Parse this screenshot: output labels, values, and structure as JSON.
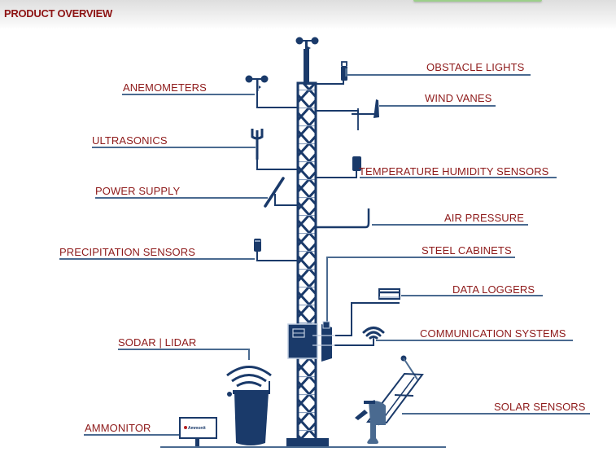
{
  "header": {
    "title": "PRODUCT OVERVIEW"
  },
  "colors": {
    "label_text": "#8e1a1a",
    "title_text": "#8e1414",
    "line": "#4a6a90",
    "icon_fill": "#1a3a6a"
  },
  "labels": {
    "anemometers": "ANEMOMETERS",
    "ultrasonics": "ULTRASONICS",
    "power_supply": "POWER SUPPLY",
    "precipitation_sensors": "PRECIPITATION SENSORS",
    "sodar_lidar": "SODAR | LIDAR",
    "ammonitor": "AMMONITOR",
    "obstacle_lights": "OBSTACLE LIGHTS",
    "wind_vanes": "WIND VANES",
    "temperature_humidity_sensors": "TEMPERATURE HUMIDITY SENSORS",
    "air_pressure": "AIR PRESSURE",
    "steel_cabinets": "STEEL CABINETS",
    "data_loggers": "DATA LOGGERS",
    "communication_systems": "COMMUNICATION SYSTEMS",
    "solar_sensors": "SOLAR SENSORS"
  },
  "ammonitor_screen_text": "Ammonit"
}
